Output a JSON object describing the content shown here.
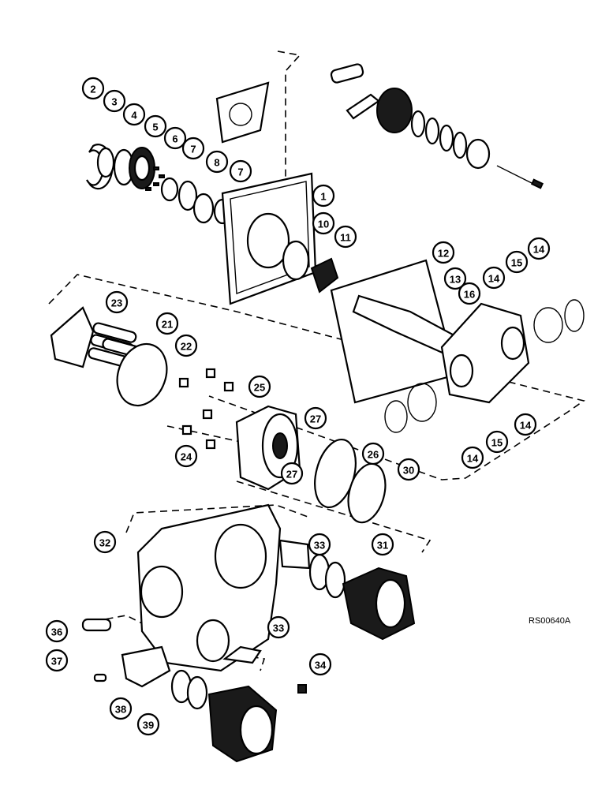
{
  "reference_code": "RS00640A",
  "callouts": [
    {
      "id": "c2",
      "label": "2"
    },
    {
      "id": "c3",
      "label": "3"
    },
    {
      "id": "c4",
      "label": "4"
    },
    {
      "id": "c5",
      "label": "5"
    },
    {
      "id": "c6",
      "label": "6"
    },
    {
      "id": "c7a",
      "label": "7"
    },
    {
      "id": "c8",
      "label": "8"
    },
    {
      "id": "c7b",
      "label": "7"
    },
    {
      "id": "c1",
      "label": "1"
    },
    {
      "id": "c10",
      "label": "10"
    },
    {
      "id": "c11",
      "label": "11"
    },
    {
      "id": "c12",
      "label": "12"
    },
    {
      "id": "c13",
      "label": "13"
    },
    {
      "id": "c16",
      "label": "16"
    },
    {
      "id": "c15a",
      "label": "15"
    },
    {
      "id": "c14a",
      "label": "14"
    },
    {
      "id": "c14b",
      "label": "14"
    },
    {
      "id": "c23",
      "label": "23"
    },
    {
      "id": "c21",
      "label": "21"
    },
    {
      "id": "c22",
      "label": "22"
    },
    {
      "id": "c25",
      "label": "25"
    },
    {
      "id": "c27a",
      "label": "27"
    },
    {
      "id": "c24",
      "label": "24"
    },
    {
      "id": "c26",
      "label": "26"
    },
    {
      "id": "c27b",
      "label": "27"
    },
    {
      "id": "c30",
      "label": "30"
    },
    {
      "id": "c31",
      "label": "31"
    },
    {
      "id": "c14c",
      "label": "14"
    },
    {
      "id": "c15b",
      "label": "15"
    },
    {
      "id": "c14d",
      "label": "14"
    },
    {
      "id": "c32",
      "label": "32"
    },
    {
      "id": "c33a",
      "label": "33"
    },
    {
      "id": "c33b",
      "label": "33"
    },
    {
      "id": "c34",
      "label": "34"
    },
    {
      "id": "c36",
      "label": "36"
    },
    {
      "id": "c37",
      "label": "37"
    },
    {
      "id": "c38",
      "label": "38"
    },
    {
      "id": "c39",
      "label": "39"
    }
  ]
}
